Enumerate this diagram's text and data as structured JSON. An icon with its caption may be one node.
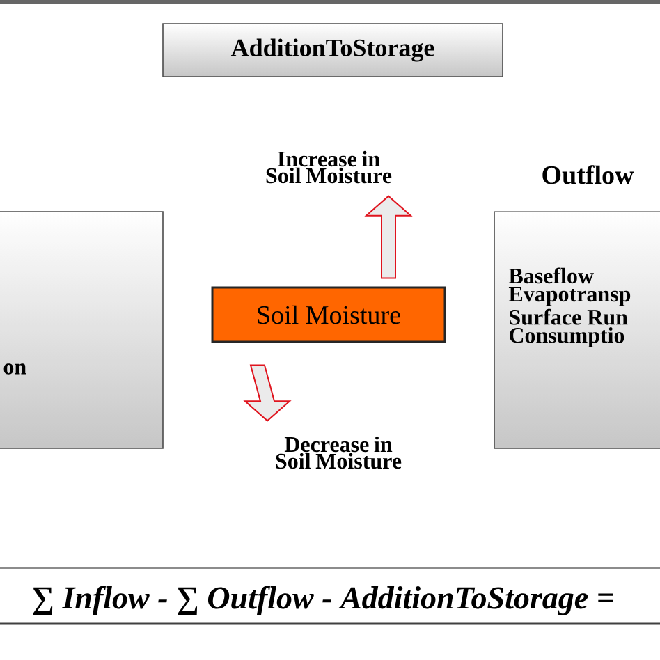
{
  "diagram": {
    "nodes": [
      {
        "text": [
          "AdditionToStorage"
        ]
      },
      {
        "text": [
          "on"
        ]
      },
      {
        "text": [
          "Soil Moisture"
        ]
      },
      {
        "text": [
          "Outflow",
          "Baseflow",
          "Evapotransp",
          "Surface Run",
          "Consumptio"
        ]
      },
      {
        "text": [
          "Increase in Soil Moisture"
        ]
      },
      {
        "text": [
          "Decrease in Soil Moisture"
        ]
      }
    ],
    "edges": [
      {
        "from": 2,
        "to": 4,
        "arrow": "to",
        "color": "#e0141e"
      },
      {
        "from": 2,
        "to": 5,
        "arrow": "to",
        "color": "#e0141e"
      }
    ],
    "labels": [
      "∑ Inflow - ∑ Outflow - AdditionToStorage ="
    ]
  }
}
